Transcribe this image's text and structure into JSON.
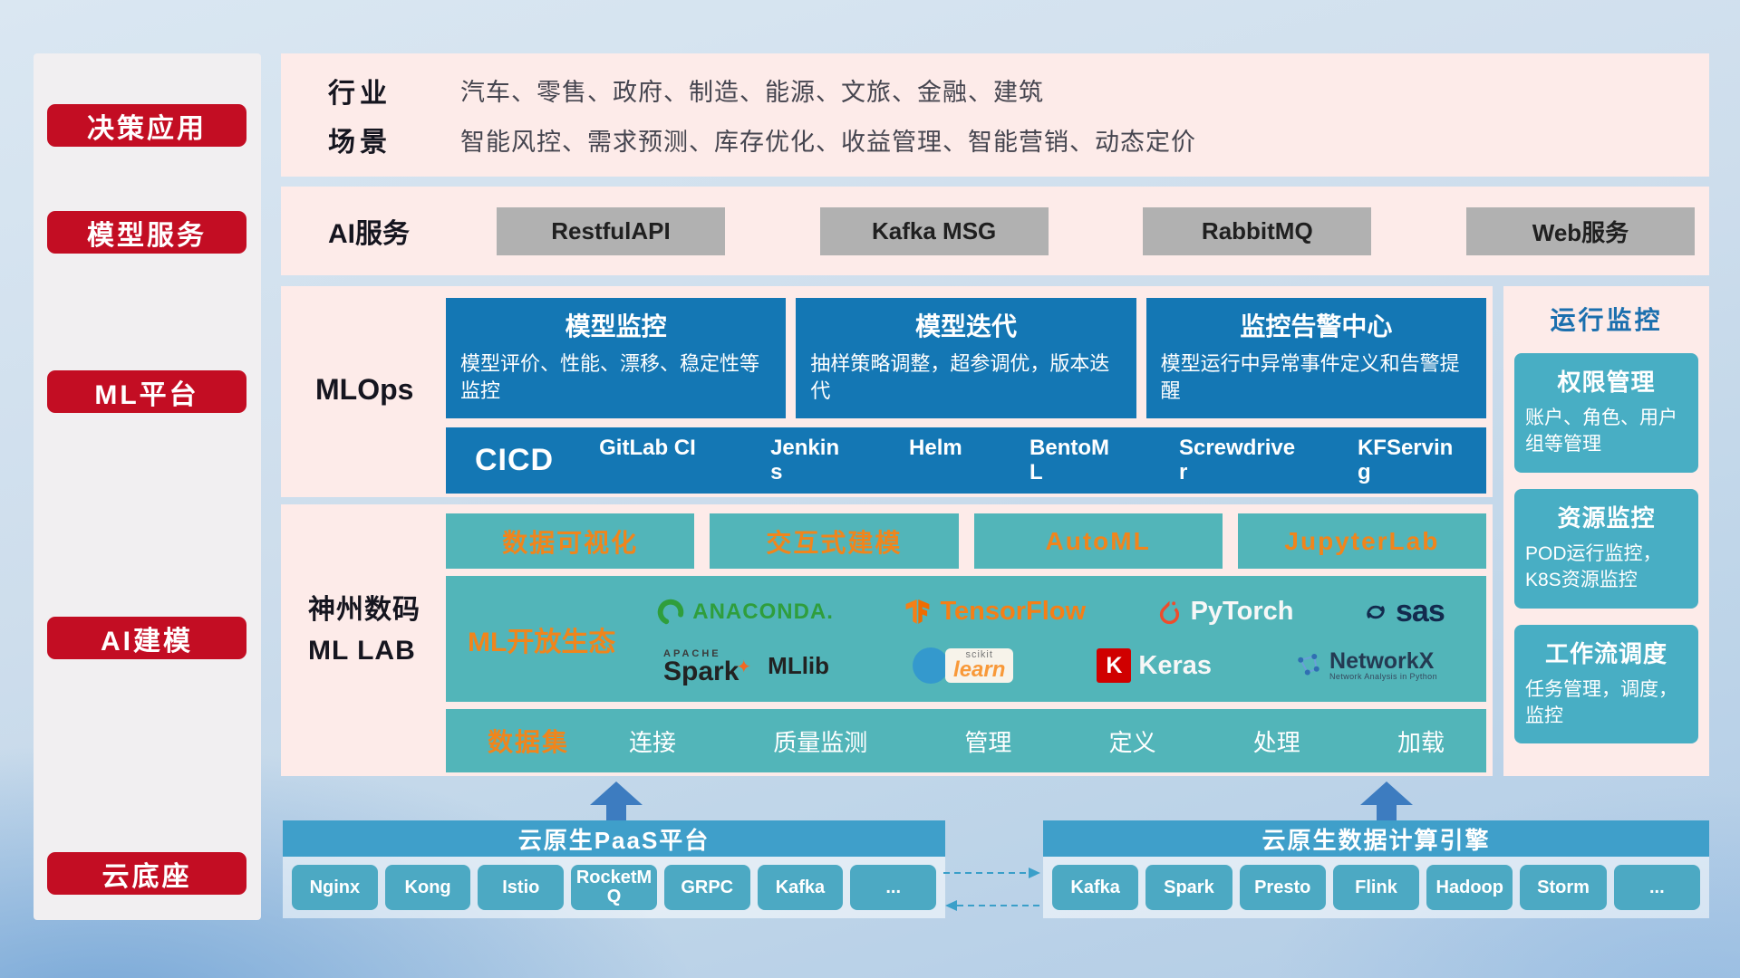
{
  "sidebar": {
    "items": [
      "决策应用",
      "模型服务",
      "ML平台",
      "AI建模",
      "云底座"
    ]
  },
  "industry_band": {
    "rows": [
      {
        "label": "行业",
        "text": "汽车、零售、政府、制造、能源、文旅、金融、建筑"
      },
      {
        "label": "场景",
        "text": "智能风控、需求预测、库存优化、收益管理、智能营销、动态定价"
      }
    ]
  },
  "ai_service_band": {
    "label": "AI服务",
    "items": [
      "RestfulAPI",
      "Kafka MSG",
      "RabbitMQ",
      "Web服务"
    ]
  },
  "mlops_band": {
    "label": "MLOps",
    "cards": [
      {
        "title": "模型监控",
        "desc": "模型评价、性能、漂移、稳定性等监控"
      },
      {
        "title": "模型迭代",
        "desc": "抽样策略调整，超参调优，版本迭代"
      },
      {
        "title": "监控告警中心",
        "desc": "模型运行中异常事件定义和告警提醒"
      }
    ],
    "cicd_label": "CICD",
    "cicd_items": [
      "GitLab CI",
      "Jenkins",
      "Helm",
      "BentoML",
      "Screwdriver",
      "KFServing"
    ]
  },
  "mllab_band": {
    "label_line1": "神州数码",
    "label_line2": "ML LAB",
    "tools": [
      "数据可视化",
      "交互式建模",
      "AutoML",
      "JupyterLab"
    ],
    "eco_label": "ML开放生态",
    "logos": {
      "anaconda": "ANACONDA.",
      "tensorflow": "TensorFlow",
      "pytorch": "PyTorch",
      "sas": "sas",
      "apache": "APACHE",
      "spark": "Spark",
      "mllib": "MLlib",
      "scikit": "scikit",
      "learn": "learn",
      "keras_k": "K",
      "keras": "Keras",
      "networkx": "NetworkX",
      "networkx_sub": "Network Analysis in Python"
    },
    "dataset_label": "数据集",
    "dataset_items": [
      "连接",
      "质量监测",
      "管理",
      "定义",
      "处理",
      "加载"
    ]
  },
  "monitor_panel": {
    "title": "运行监控",
    "cards": [
      {
        "title": "权限管理",
        "desc": "账户、角色、用户组等管理"
      },
      {
        "title": "资源监控",
        "desc": "POD运行监控，K8S资源监控"
      },
      {
        "title": "工作流调度",
        "desc": "任务管理，调度，监控"
      }
    ]
  },
  "cloud_base": {
    "paas": {
      "title": "云原生PaaS平台",
      "items": [
        "Nginx",
        "Kong",
        "Istio",
        "RocketMQ",
        "GRPC",
        "Kafka",
        "..."
      ]
    },
    "engine": {
      "title": "云原生数据计算引擎",
      "items": [
        "Kafka",
        "Spark",
        "Presto",
        "Flink",
        "Hadoop",
        "Storm",
        "..."
      ]
    }
  },
  "colors": {
    "accent_red": "#c30d23",
    "deep_blue": "#1477b4",
    "teal_green": "#52b5b9",
    "teal_blue": "#48aec4",
    "orange": "#f0851c",
    "bar_blue": "#3f9fca",
    "band_pink": "#fdebe9"
  }
}
